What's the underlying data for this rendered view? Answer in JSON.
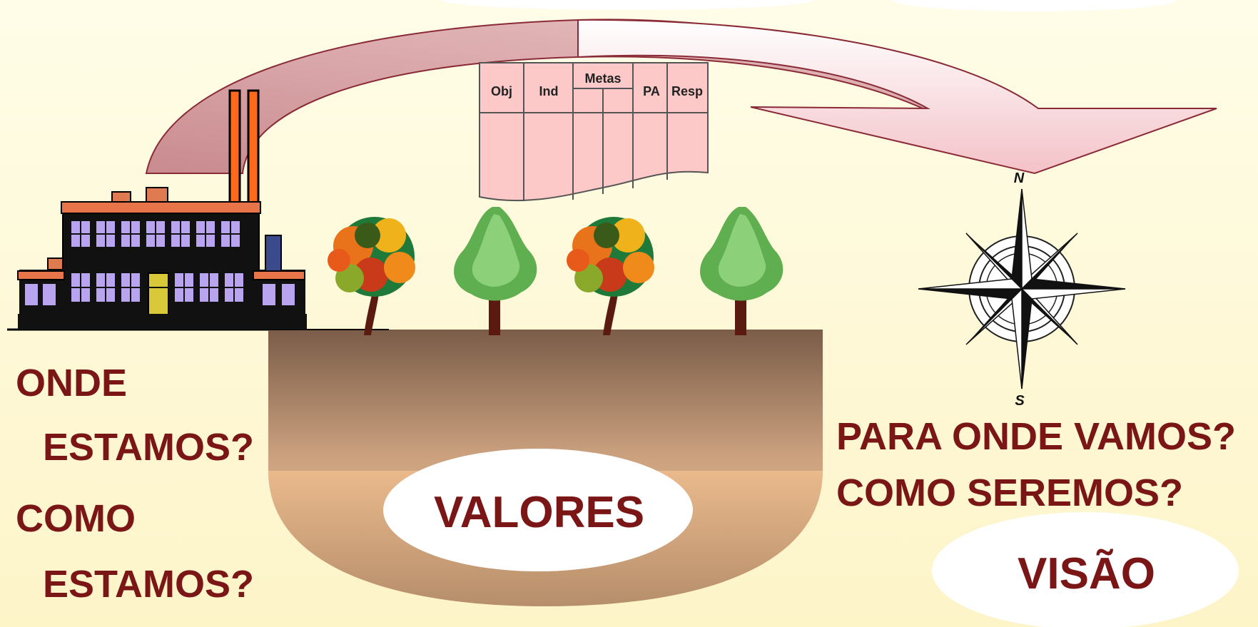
{
  "colors": {
    "background": "#fffbdc",
    "label_text": "#7a1616",
    "arrow_fill": "#f4c8cc",
    "table_fill": "#fcc8c8",
    "soil_top": "#7a5c48",
    "soil_bottom": "#ffcb96"
  },
  "table": {
    "headers": {
      "obj": "Obj",
      "ind": "Ind",
      "metas": "Metas",
      "pa": "PA",
      "resp": "Resp"
    }
  },
  "compass": {
    "north": "N",
    "south": "S"
  },
  "labels": {
    "onde": "ONDE",
    "estamos_1": "ESTAMOS?",
    "como": "COMO",
    "estamos_2": "ESTAMOS?",
    "para_onde_vamos": "PARA ONDE VAMOS?",
    "como_seremos": "COMO SEREMOS?",
    "valores": "VALORES",
    "visao": "VISÃO"
  },
  "icons": [
    "factory-icon",
    "tree-icon",
    "compass-rose-icon",
    "curved-arrow-icon",
    "document-table-icon"
  ]
}
